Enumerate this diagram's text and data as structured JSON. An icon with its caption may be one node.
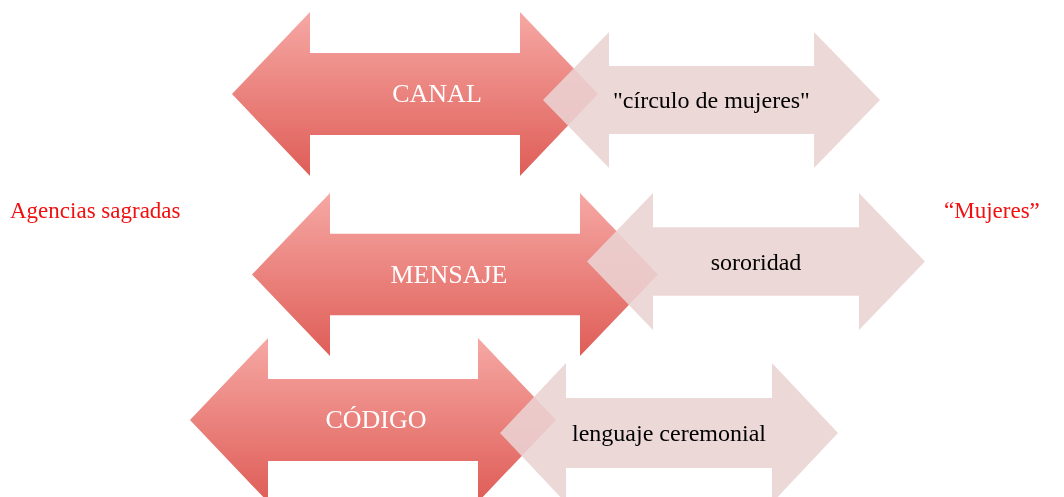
{
  "diagram": {
    "nodes": [
      {
        "text": [
          "CANAL"
        ]
      },
      {
        "text": [
          "\"círculo de mujeres\""
        ]
      },
      {
        "text": [
          "MENSAJE"
        ]
      },
      {
        "text": [
          "sororidad"
        ]
      },
      {
        "text": [
          "CÓDIGO"
        ]
      },
      {
        "text": [
          "lenguaje ceremonial"
        ]
      }
    ],
    "labels": [
      "Agencias sagradas",
      "“Mujeres”"
    ]
  }
}
